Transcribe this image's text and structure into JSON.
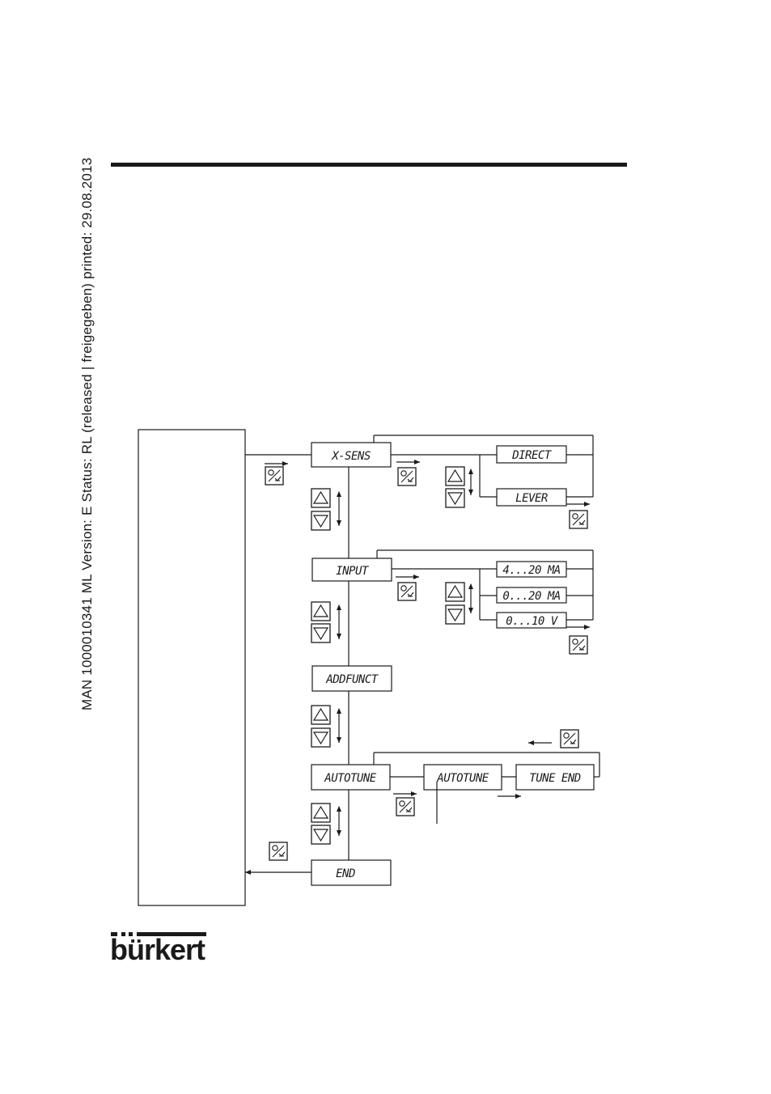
{
  "document": {
    "side_label": "MAN  1000010341  ML  Version: E  Status: RL (released | freigegeben)  printed: 29.08.2013",
    "brand": "bürkert"
  },
  "diagram": {
    "menu": {
      "xsens": "X-SENS",
      "input": "INPUT",
      "addfunct": "ADDFUNCT",
      "autotune": "AUTOTUNE",
      "end": "END"
    },
    "xsens_options": [
      "DIRECT",
      "LEVER"
    ],
    "input_options": [
      "4...20 MA",
      "0...20 MA",
      "0...10 V"
    ],
    "autotune_steps": [
      "AUTOTUNE",
      "TUNE END"
    ],
    "icons": {
      "enter_key": "enter-key-icon",
      "up_key": "up-arrow-key-icon",
      "down_key": "down-arrow-key-icon",
      "updown_arrow": "updown-arrow-icon",
      "right_arrow": "right-arrow-icon",
      "left_arrow": "left-arrow-icon"
    }
  }
}
